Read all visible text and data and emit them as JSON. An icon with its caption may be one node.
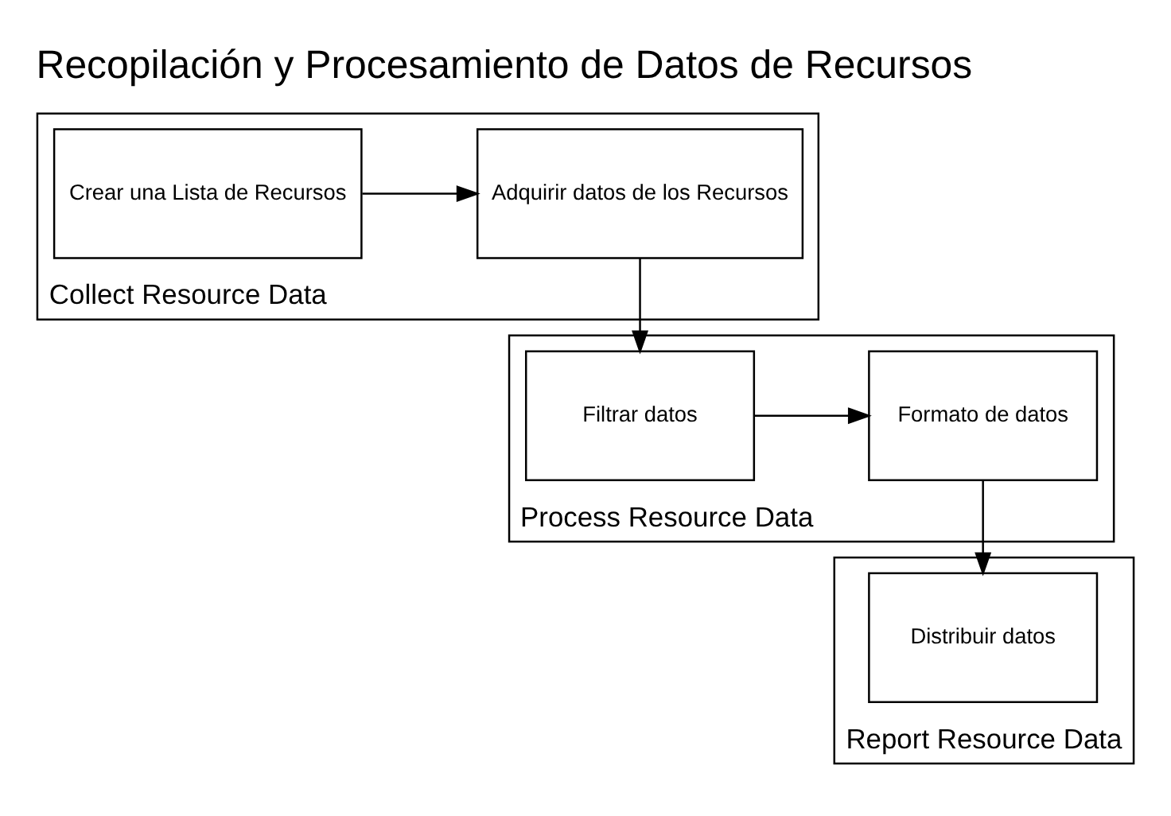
{
  "diagram": {
    "title": "Recopilación y Procesamiento de Datos de Recursos",
    "nodes": [
      {
        "text": [
          "Collect Resource Data"
        ]
      },
      {
        "text": [
          "Process Resource Data"
        ]
      },
      {
        "text": [
          "Report Resource Data"
        ]
      },
      {
        "text": [
          "Crear una Lista de Recursos"
        ],
        "in": 0
      },
      {
        "text": [
          "Adquirir datos de los Recursos"
        ],
        "in": 0
      },
      {
        "text": [
          "Filtrar datos"
        ],
        "in": 1
      },
      {
        "text": [
          "Formato de datos"
        ],
        "in": 1
      },
      {
        "text": [
          "Distribuir datos"
        ],
        "in": 2
      }
    ],
    "edges": [
      {
        "from": 3,
        "to": 4,
        "arrow": "to"
      },
      {
        "from": 4,
        "to": 5,
        "arrow": "to"
      },
      {
        "from": 5,
        "to": 6,
        "arrow": "to"
      },
      {
        "from": 6,
        "to": 7,
        "arrow": "to"
      }
    ]
  }
}
